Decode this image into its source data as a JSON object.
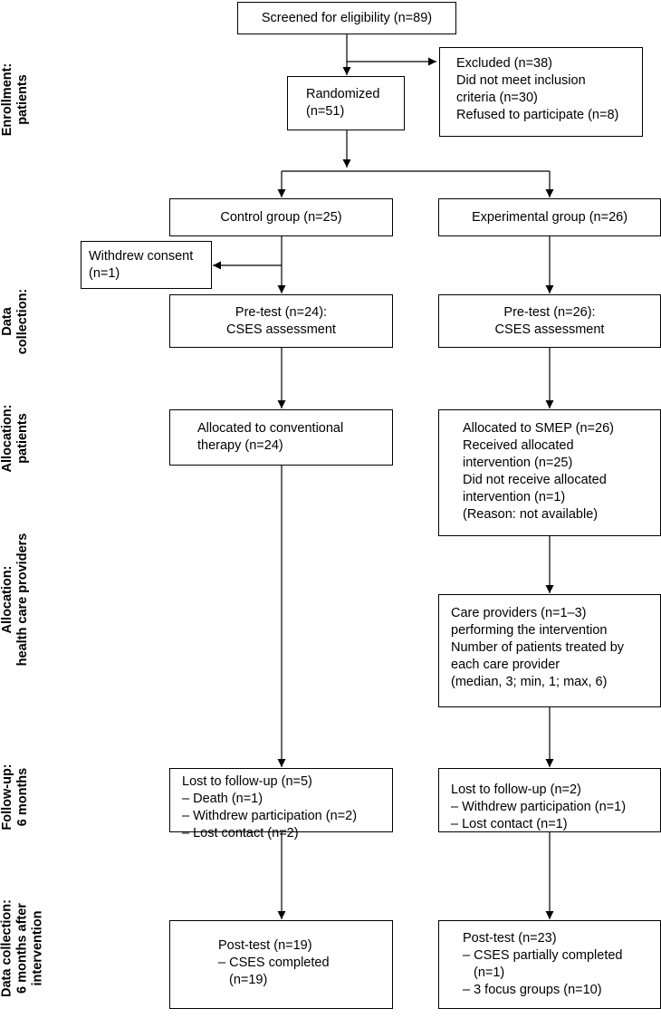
{
  "sections": [
    {
      "id": "enrollment",
      "lines": [
        "Enrollment:",
        "patients"
      ]
    },
    {
      "id": "data-collection",
      "lines": [
        "Data",
        "collection:"
      ]
    },
    {
      "id": "allocation-patients",
      "lines": [
        "Allocation:",
        "patients"
      ]
    },
    {
      "id": "allocation-providers",
      "lines": [
        "Allocation:",
        "health care providers"
      ]
    },
    {
      "id": "follow-up",
      "lines": [
        "Follow-up:",
        "6 months"
      ]
    },
    {
      "id": "data-collection-6m",
      "lines": [
        "Data collection:",
        "6 months after",
        "intervention"
      ]
    }
  ],
  "boxes": {
    "screened": [
      "Screened for eligibility (n=89)"
    ],
    "excluded": [
      "Excluded (n=38)",
      "Did not meet inclusion",
      "criteria (n=30)",
      "Refused to participate (n=8)"
    ],
    "randomized": [
      "Randomized",
      "(n=51)"
    ],
    "control": [
      "Control group (n=25)"
    ],
    "experimental": [
      "Experimental group (n=26)"
    ],
    "withdrew": [
      "Withdrew consent",
      "(n=1)"
    ],
    "pretest_control": [
      "Pre-test (n=24):",
      "CSES assessment"
    ],
    "pretest_exp": [
      "Pre-test (n=26):",
      "CSES assessment"
    ],
    "alloc_control": [
      "Allocated to conventional",
      "therapy (n=24)"
    ],
    "alloc_exp": [
      "Allocated to SMEP (n=26)",
      "Received allocated",
      "intervention (n=25)",
      "Did not receive allocated",
      "intervention (n=1)",
      "(Reason: not available)"
    ],
    "providers": [
      "Care providers (n=1–3)",
      "performing the intervention",
      "Number of patients treated by",
      "each care provider",
      "(median, 3; min, 1; max, 6)"
    ],
    "lost_control": [
      "Lost to follow-up (n=5)",
      "– Death (n=1)",
      "– Withdrew participation (n=2)",
      "– Lost contact (n=2)"
    ],
    "lost_exp": [
      "Lost to follow-up (n=2)",
      "– Withdrew participation (n=1)",
      "– Lost contact (n=1)"
    ],
    "post_control": [
      "Post-test (n=19)",
      "– CSES completed",
      "(n=19)"
    ],
    "post_exp": [
      "Post-test (n=23)",
      "– CSES partially completed",
      "(n=1)",
      "– 3 focus groups (n=10)"
    ]
  }
}
